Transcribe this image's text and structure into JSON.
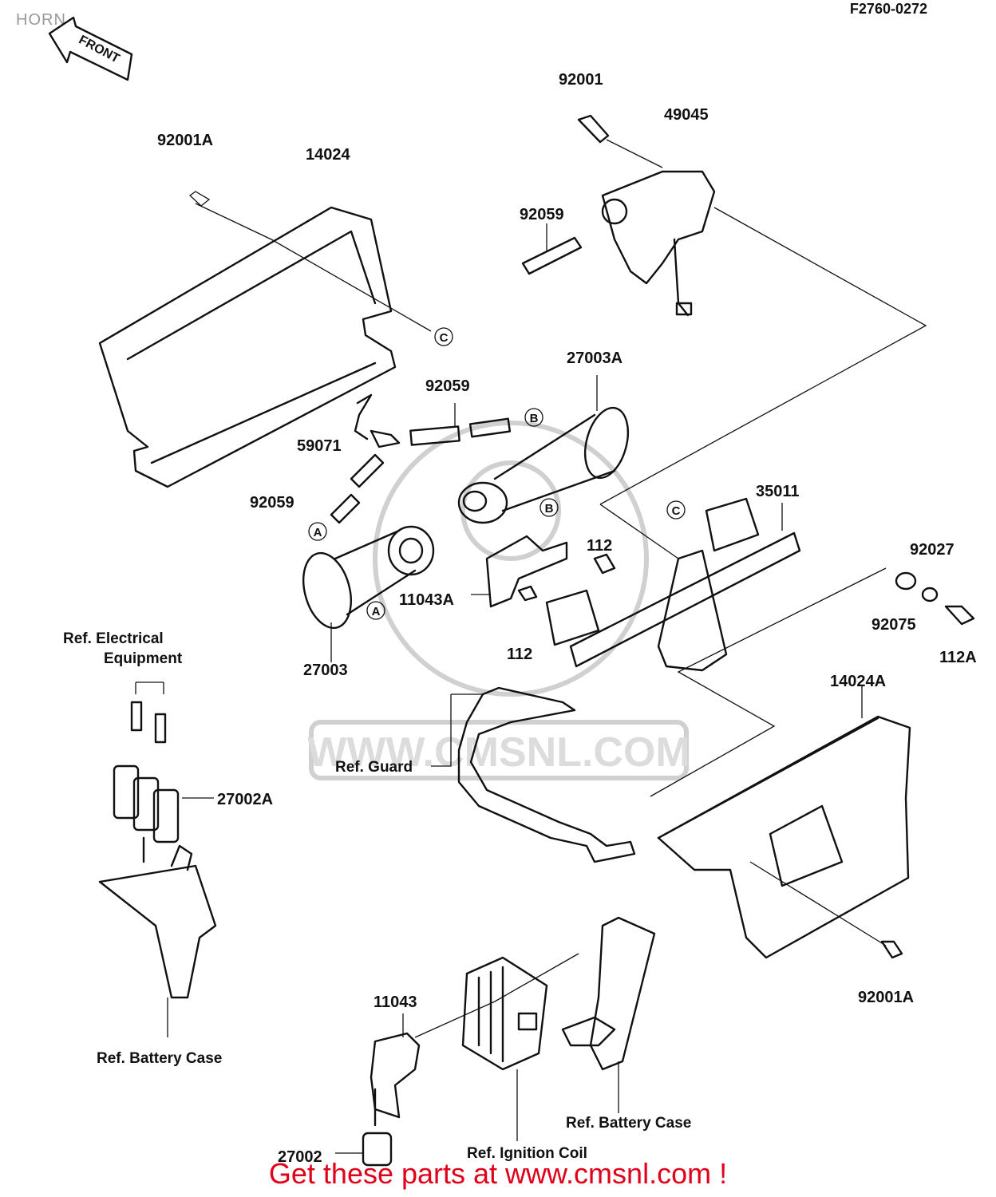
{
  "page": {
    "title": "HORN",
    "code": "F2760-0272"
  },
  "front_arrow": "FRONT",
  "watermark": "WWW.CMSNL.COM",
  "banner": "Get these parts at www.cmsnl.com !",
  "parts": {
    "p92001": "92001",
    "p49045": "49045",
    "p92001A_top": "92001A",
    "p14024": "14024",
    "p92059_top": "92059",
    "p27003A": "27003A",
    "p92059_mid": "92059",
    "p59071": "59071",
    "p92059_left": "92059",
    "p35011": "35011",
    "p112_a": "112",
    "p92027": "92027",
    "p11043A": "11043A",
    "p92075": "92075",
    "p112_b": "112",
    "p112A": "112A",
    "p27003": "27003",
    "p14024A": "14024A",
    "p27002A": "27002A",
    "p92001A_bot": "92001A",
    "p11043": "11043",
    "p27002": "27002"
  },
  "refs": {
    "electrical_1": "Ref. Electrical",
    "electrical_2": "Equipment",
    "guard": "Ref. Guard",
    "battery_case_left": "Ref. Battery Case",
    "battery_case_right": "Ref. Battery Case",
    "ignition_coil": "Ref. Ignition Coil"
  },
  "markers": {
    "c": "C",
    "b": "B",
    "a": "A"
  }
}
